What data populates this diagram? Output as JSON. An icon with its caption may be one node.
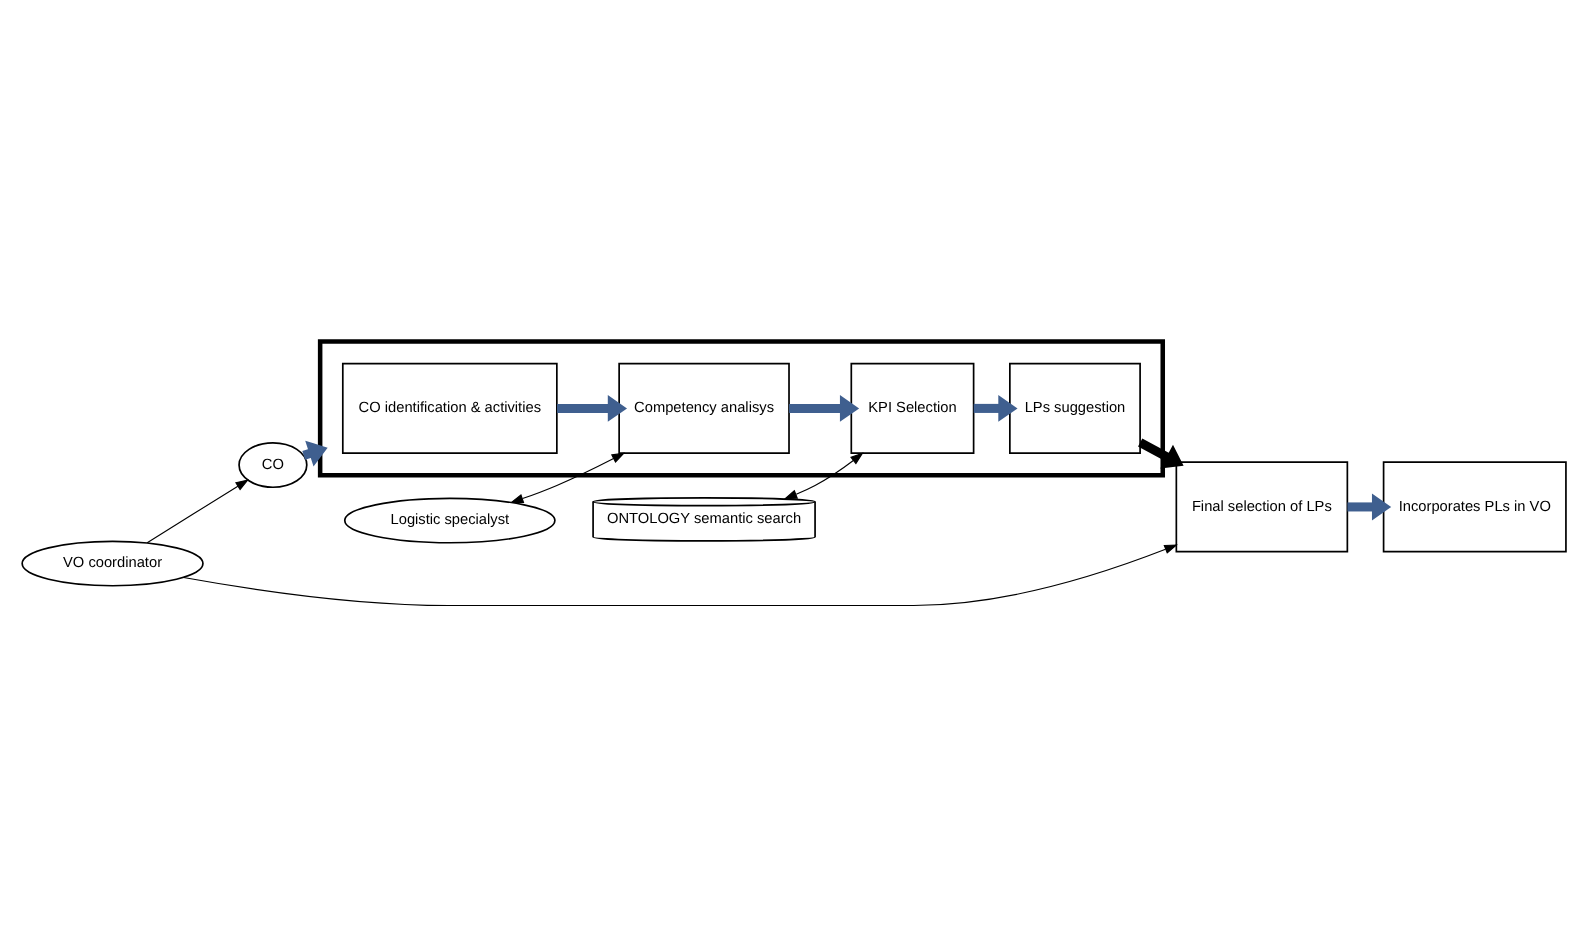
{
  "diagram": {
    "nodes": [
      {
        "text": [
          "CO"
        ]
      },
      {
        "text": [
          "VO coordinator"
        ]
      },
      {
        "text": [],
        "shape": "box"
      },
      {
        "text": [
          "CO identification & activities"
        ],
        "in": 2
      },
      {
        "text": [
          "Competency analisys"
        ],
        "in": 2
      },
      {
        "text": [
          "KPI Selection"
        ],
        "in": 2
      },
      {
        "text": [
          "LPs suggestion"
        ],
        "in": 2
      },
      {
        "text": [
          "Final selection of LPs"
        ]
      },
      {
        "text": [
          "Incorporates PLs in VO"
        ]
      },
      {
        "text": [
          "Logistic specialyst"
        ]
      },
      {
        "text": [
          "ONTOLOGY semantic search"
        ]
      }
    ],
    "edges": [
      {
        "from": 1,
        "to": 0,
        "arrow": "to"
      },
      {
        "from": 1,
        "to": 7,
        "arrow": "to"
      },
      {
        "from": 0,
        "to": 2,
        "arrow": "to",
        "color": "#3f5f8f"
      },
      {
        "from": 3,
        "to": 4,
        "arrow": "to",
        "color": "#3f5f8f"
      },
      {
        "from": 4,
        "to": 5,
        "arrow": "to",
        "color": "#3f5f8f"
      },
      {
        "from": 5,
        "to": 6,
        "arrow": "to",
        "color": "#3f5f8f"
      },
      {
        "from": 6,
        "to": 7,
        "arrow": "to"
      },
      {
        "from": 7,
        "to": 8,
        "arrow": "to",
        "color": "#3f5f8f"
      },
      {
        "from": 9,
        "to": 4,
        "arrow": "both"
      },
      {
        "from": 10,
        "to": 5,
        "arrow": "both"
      }
    ]
  }
}
